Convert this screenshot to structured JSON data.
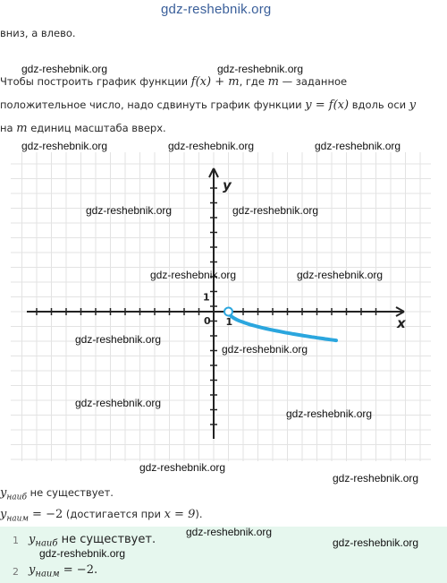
{
  "header": {
    "site": "gdz-reshebnik.org"
  },
  "intro_line": "вниз, а влево.",
  "paragraph": {
    "line1_a": "Чтобы построить график функции ",
    "line1_math1": "f(x) + m",
    "line1_b": ", где ",
    "line1_math2": "m",
    "line1_c": " — заданное",
    "line2_a": "положительное число, надо сдвинуть график функции ",
    "line2_math": "y = f(x)",
    "line2_b": " вдоль оси ",
    "line2_math2": "y",
    "line3_math": "m",
    "line3_a": "на ",
    "line3_b": " единиц масштаба вверх."
  },
  "graph": {
    "y_label": "y",
    "x_label": "x",
    "origin": "0",
    "one_x": "1",
    "one_y": "1",
    "curve_color": "#2ba6de"
  },
  "results": {
    "max_sym": "y",
    "max_sub": "наиб",
    "max_text": " не существует.",
    "min_sym": "y",
    "min_sub": "наим",
    "min_eq": " = −2",
    "min_note": " (достигается при ",
    "min_note_math": "x = 9",
    "min_note_end": ")."
  },
  "answer": {
    "items": [
      {
        "num": "1",
        "sym": "y",
        "sub": "наиб",
        "text": " не существует."
      },
      {
        "num": "2",
        "sym": "y",
        "sub": "наим",
        "text": " = −2."
      }
    ]
  },
  "watermarks": [
    "gdz-reshebnik.org",
    "gdz-reshebnik.org",
    "gdz-reshebnik.org",
    "gdz-reshebnik.org",
    "gdz-reshebnik.org",
    "gdz-reshebnik.org",
    "gdz-reshebnik.org",
    "gdz-reshebnik.org",
    "gdz-reshebnik.org",
    "gdz-reshebnik.org",
    "gdz-reshebnik.org",
    "gdz-reshebnik.org",
    "gdz-reshebnik.org",
    "gdz-reshebnik.org",
    "gdz-reshebnik.org",
    "gdz-reshebnik.org",
    "gdz-reshebnik.org",
    "gdz-reshebnik.org",
    "gdz-reshebnik.org"
  ]
}
